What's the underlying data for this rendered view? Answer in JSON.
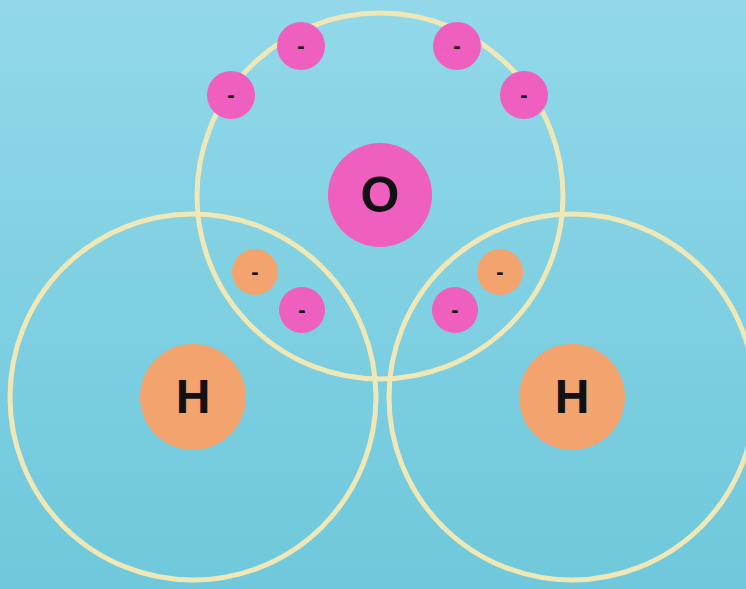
{
  "diagram": {
    "nodes": [
      {
        "text": [
          "-"
        ]
      },
      {
        "text": [
          "-"
        ]
      },
      {
        "text": [
          "-"
        ]
      },
      {
        "text": [
          "-"
        ]
      },
      {
        "text": [
          "O"
        ]
      },
      {
        "text": [
          "-"
        ]
      },
      {
        "text": [
          "-"
        ]
      },
      {
        "text": [
          "-"
        ]
      },
      {
        "text": [
          "-"
        ]
      },
      {
        "text": [
          "H"
        ]
      },
      {
        "text": [
          "H"
        ]
      }
    ]
  }
}
